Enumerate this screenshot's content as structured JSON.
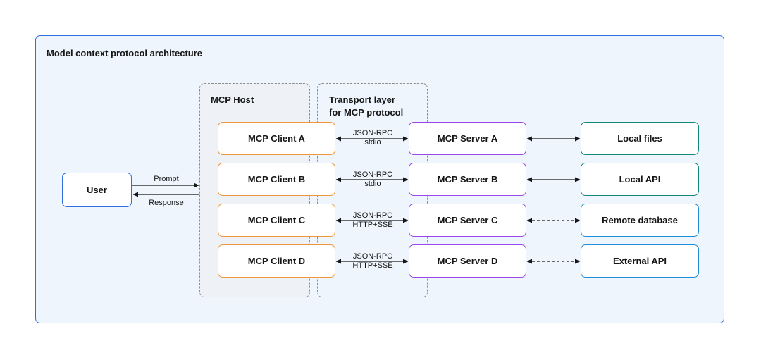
{
  "title": "Model context protocol architecture",
  "host_group": {
    "title": "MCP Host"
  },
  "transport_group": {
    "title_line1": "Transport layer",
    "title_line2": "for MCP protocol"
  },
  "user": {
    "label": "User",
    "prompt_label": "Prompt",
    "response_label": "Response"
  },
  "rows": [
    {
      "client": "MCP Client A",
      "transport_line1": "JSON-RPC",
      "transport_line2": "stdio",
      "server": "MCP Server A",
      "resource": "Local files",
      "link": "solid"
    },
    {
      "client": "MCP Client B",
      "transport_line1": "JSON-RPC",
      "transport_line2": "stdio",
      "server": "MCP Server B",
      "resource": "Local API",
      "link": "solid"
    },
    {
      "client": "MCP Client C",
      "transport_line1": "JSON-RPC",
      "transport_line2": "HTTP+SSE",
      "server": "MCP Server C",
      "resource": "Remote database",
      "link": "dashed"
    },
    {
      "client": "MCP Client D",
      "transport_line1": "JSON-RPC",
      "transport_line2": "HTTP+SSE",
      "server": "MCP Server D",
      "resource": "External API",
      "link": "dashed"
    }
  ],
  "colors": {
    "frame_border": "#2f6fe0",
    "frame_fill": "#eef5fd",
    "client_border": "#f0963a",
    "server_border": "#9a48ee",
    "local_resource_border": "#13877b",
    "remote_resource_border": "#1d8ed8"
  }
}
